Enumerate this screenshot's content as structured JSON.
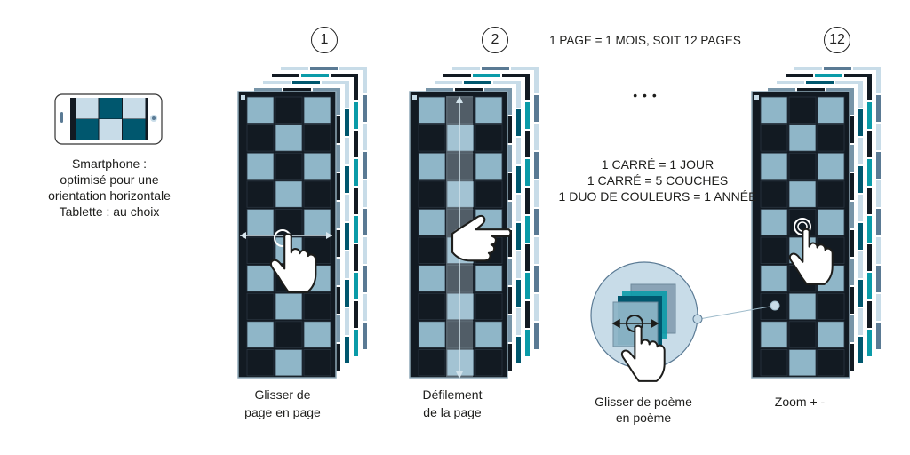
{
  "colors": {
    "dark": "#121a22",
    "light": "#8fb6c8",
    "pale": "#c8dce8",
    "teal": "#0a9ba8",
    "petrol": "#00576e",
    "slate": "#5a7a94",
    "grey": "#7895a8"
  },
  "device": {
    "caption": [
      "Smartphone :",
      "optimisé pour une",
      "orientation horizontale",
      "Tablette : au choix"
    ]
  },
  "header": {
    "summary": "1 PAGE = 1 MOIS, SOIT 12 PAGES",
    "ellipsis": "• • •"
  },
  "legend": [
    "1 CARRÉ = 1 JOUR",
    "1 CARRÉ = 5 COUCHES",
    "1 DUO DE COULEURS = 1 ANNÉE"
  ],
  "steps": [
    {
      "number": "1",
      "caption": [
        "Glisser de",
        "page en page"
      ],
      "icon": "swipe-horizontal-hand-icon"
    },
    {
      "number": "2",
      "caption": [
        "Défilement",
        "de la page"
      ],
      "icon": "scroll-vertical-hand-icon"
    },
    {
      "number": "12",
      "caption": [
        "Zoom + -"
      ],
      "icon": "tap-zoom-hand-icon"
    }
  ],
  "poem": {
    "caption": [
      "Glisser de poème",
      "en poème"
    ],
    "icon": "swipe-layers-hand-icon"
  }
}
